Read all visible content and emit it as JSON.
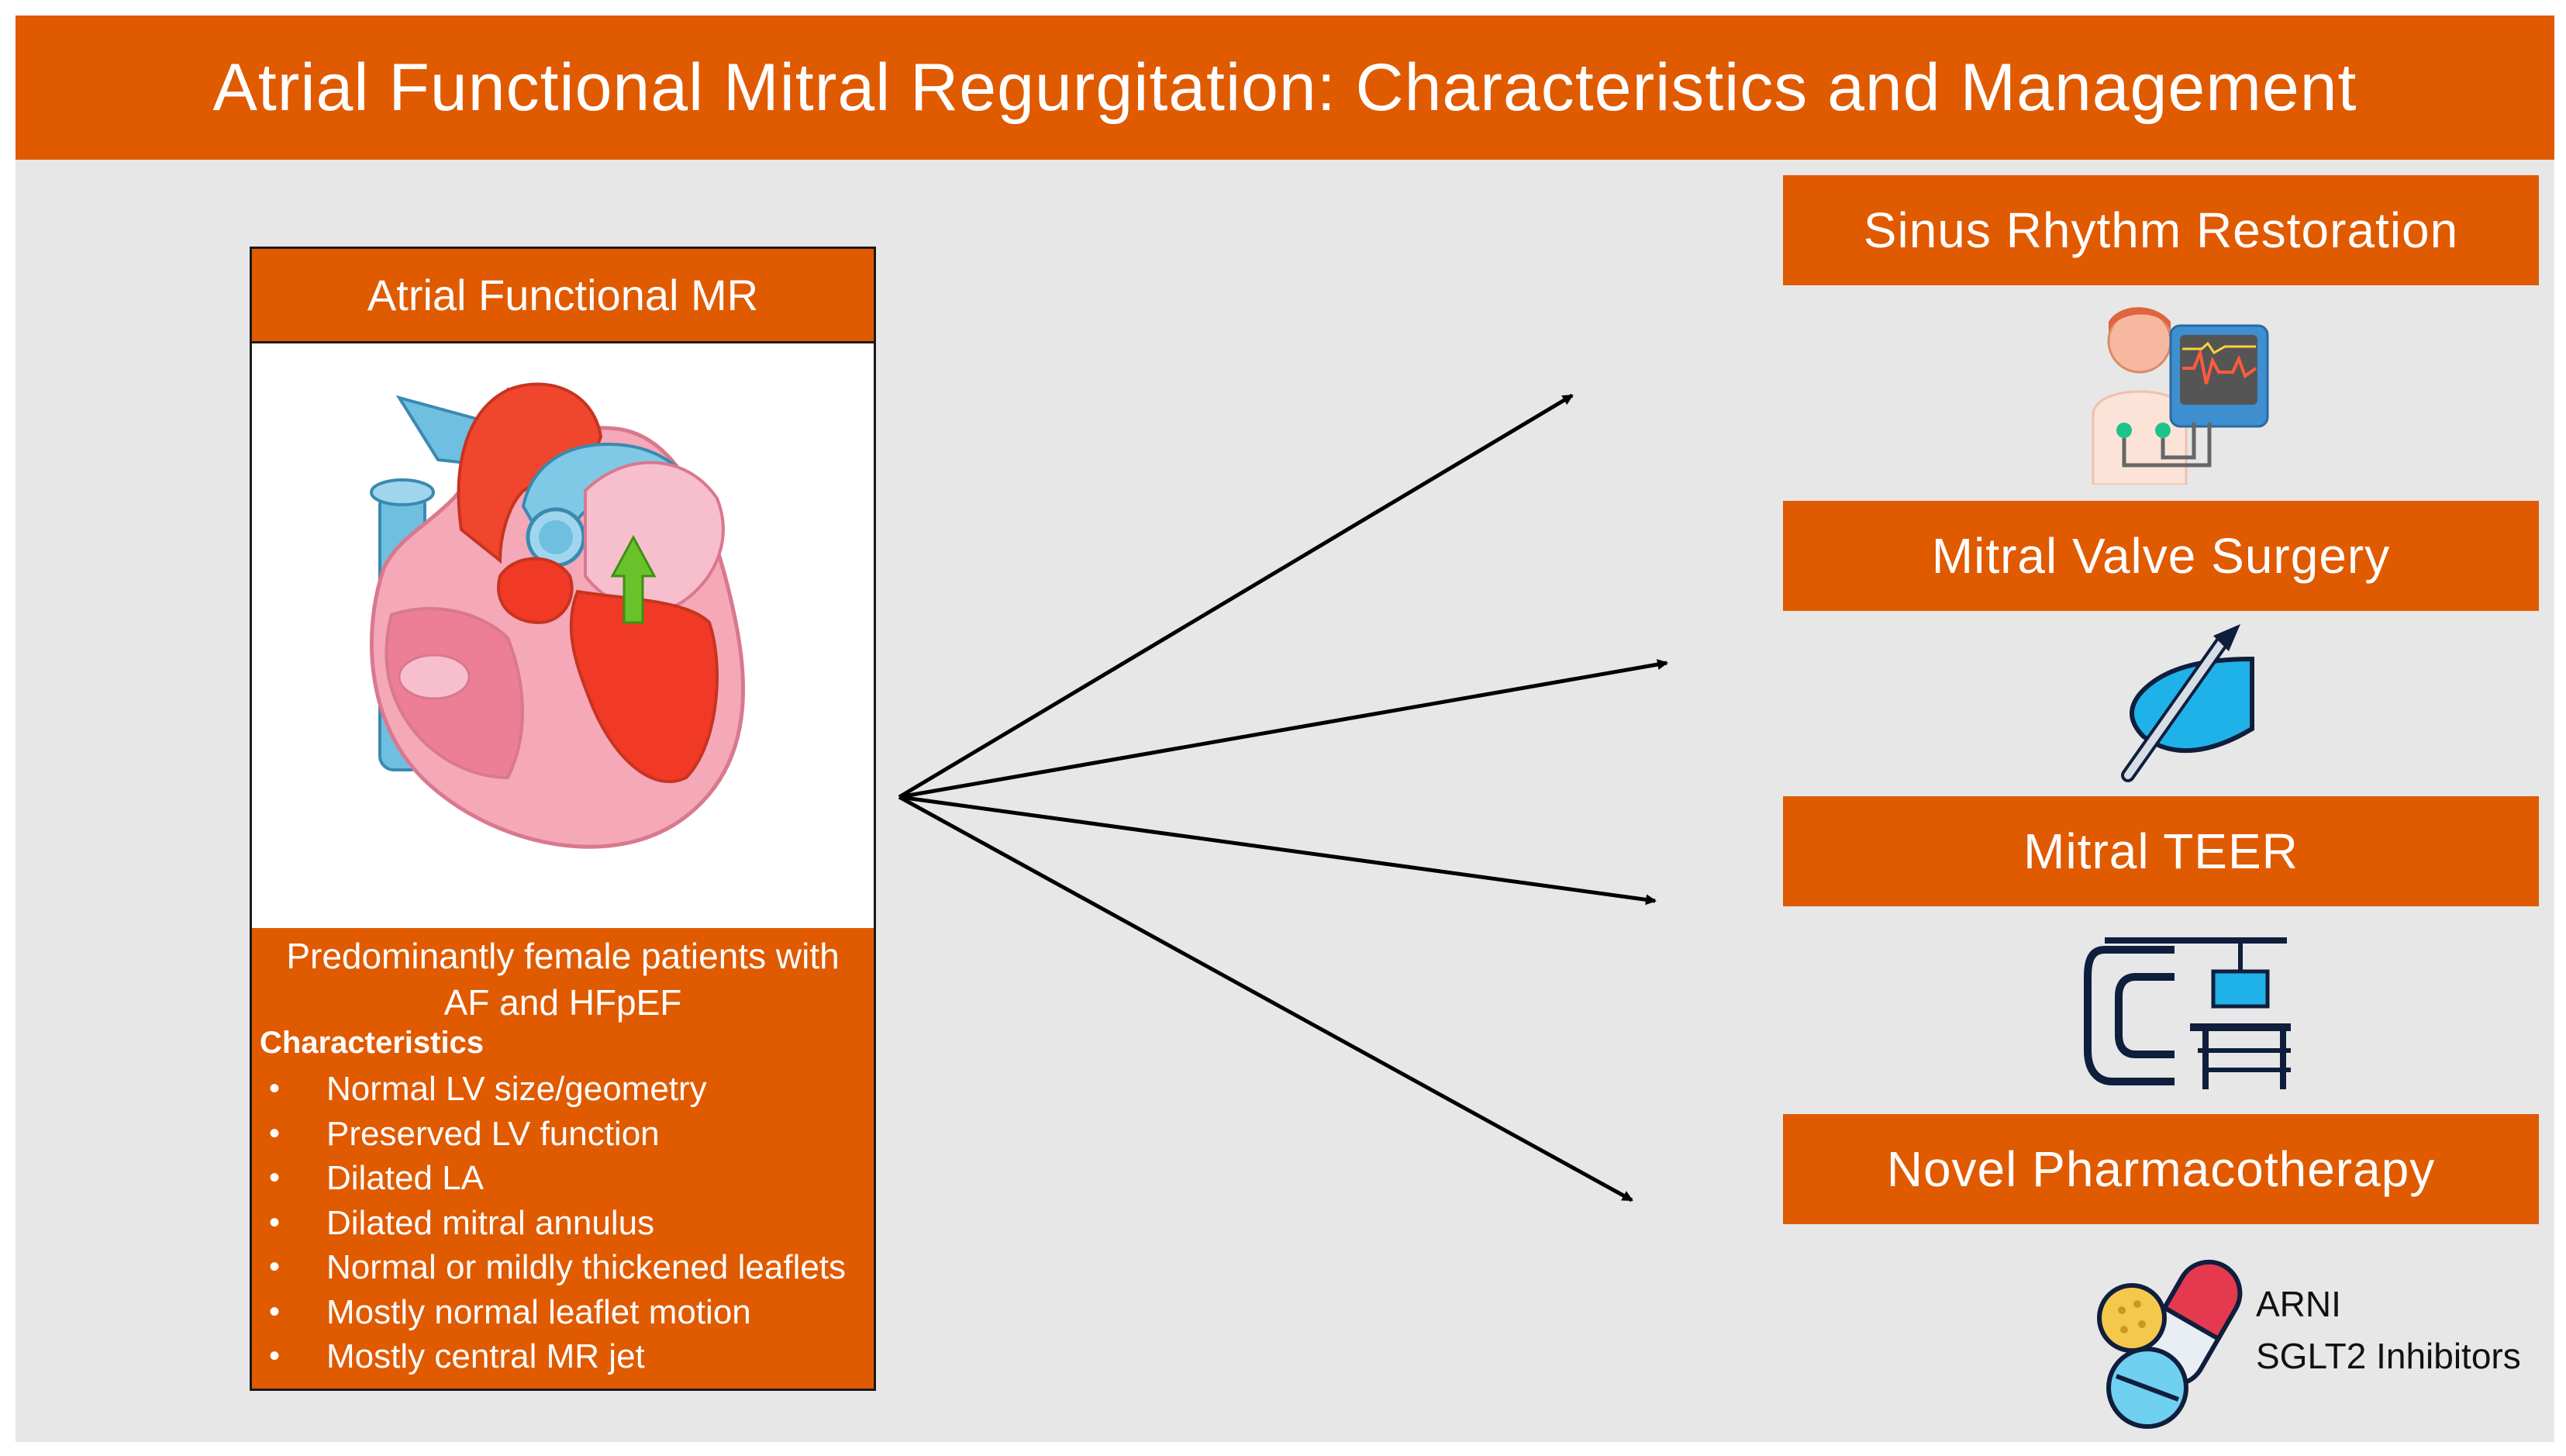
{
  "title": "Atrial Functional Mitral Regurgitation: Characteristics and Management",
  "left_panel": {
    "header": "Atrial Functional MR",
    "summary_line1": "Predominantly female patients with",
    "summary_line2": "AF and HFpEF",
    "characteristics_heading": "Characteristics",
    "characteristics": [
      "Normal LV size/geometry",
      "Preserved LV function",
      "Dilated LA",
      "Dilated mitral annulus",
      "Normal or mildly thickened leaflets",
      "Mostly normal leaflet motion",
      "Mostly central MR jet"
    ]
  },
  "management": [
    {
      "label": "Sinus Rhythm Restoration",
      "icon": "ecg-monitor-patient-icon"
    },
    {
      "label": "Mitral Valve Surgery",
      "icon": "scalpel-hand-icon"
    },
    {
      "label": "Mitral TEER",
      "icon": "cath-lab-icon"
    },
    {
      "label": "Novel Pharmacotherapy",
      "icon": "pills-icon"
    }
  ],
  "pharmacotherapy_drugs": [
    "ARNI",
    "SGLT2 Inhibitors"
  ],
  "colors": {
    "accent": "#e05a00",
    "background": "#e7e7e7",
    "text_light": "#ffffff",
    "arrow": "#000000"
  }
}
